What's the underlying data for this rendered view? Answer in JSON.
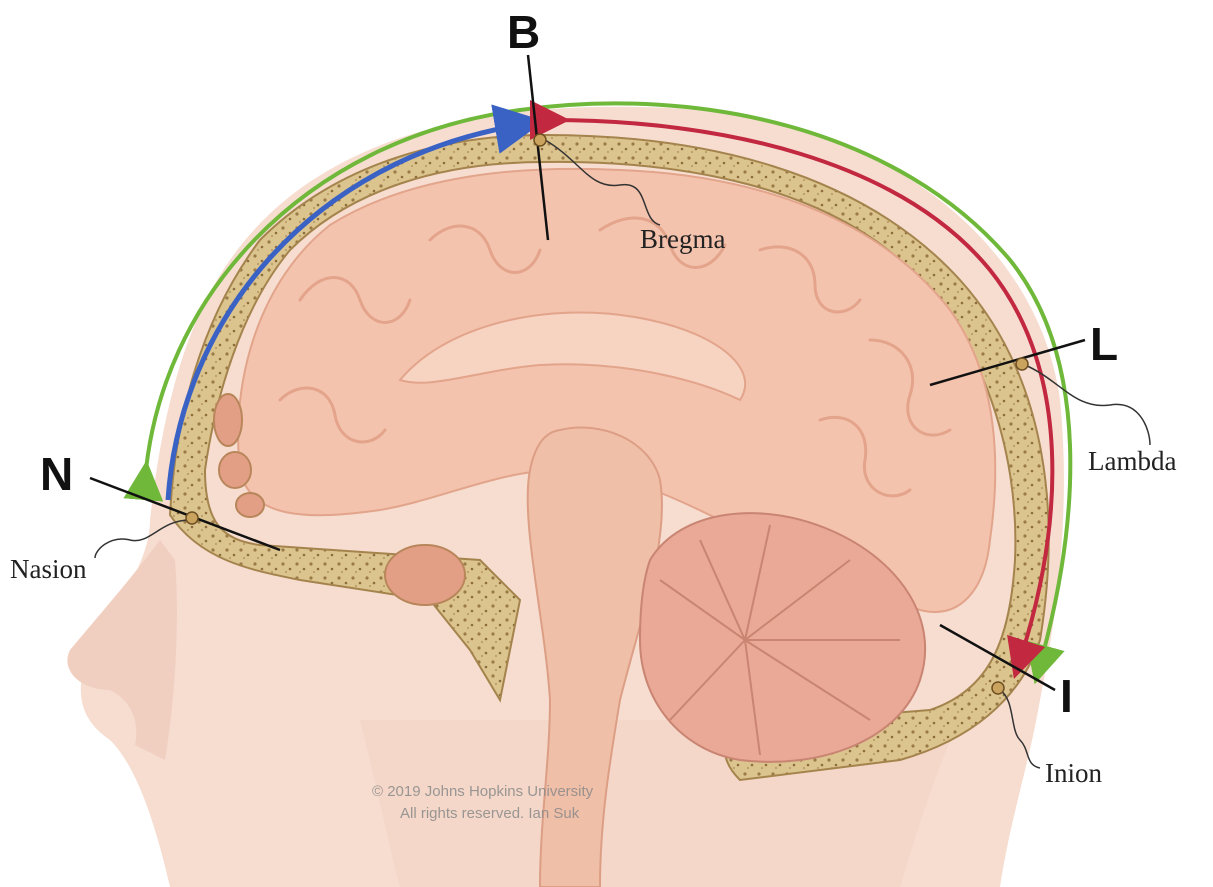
{
  "labels": {
    "B": "B",
    "L": "L",
    "N": "N",
    "I": "I",
    "bregma": "Bregma",
    "lambda": "Lambda",
    "nasion": "Nasion",
    "inion": "Inion"
  },
  "credit": {
    "line1": "© 2019 Johns Hopkins University",
    "line2": "All rights reserved. Ian Suk"
  },
  "colors": {
    "green_arrow": "#6fb83a",
    "blue_arrow": "#3a62c4",
    "red_arrow": "#c2283f",
    "bone": "#d9c08a",
    "brain": "#f4c3ad",
    "skin": "#f6ddd0"
  }
}
